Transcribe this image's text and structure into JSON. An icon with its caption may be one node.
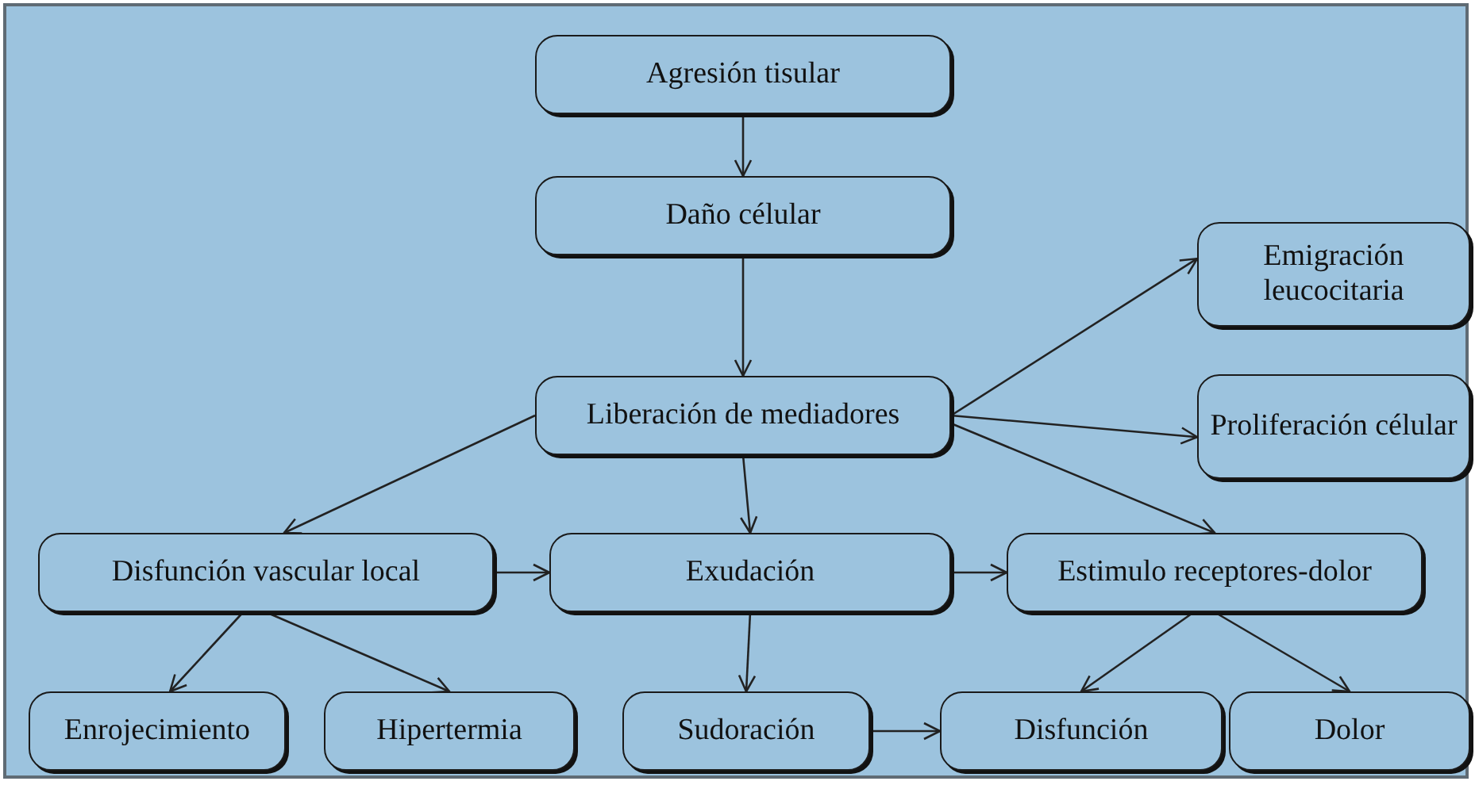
{
  "diagram": {
    "nodes": [
      {
        "text": [
          "Agresión tisular"
        ]
      },
      {
        "text": [
          "Daño célular"
        ]
      },
      {
        "text": [
          "Liberación de mediadores"
        ]
      },
      {
        "text": [
          "Emigración leucocitaria"
        ]
      },
      {
        "text": [
          "Proliferación célular"
        ]
      },
      {
        "text": [
          "Disfunción vascular local"
        ]
      },
      {
        "text": [
          "Exudación"
        ]
      },
      {
        "text": [
          "Estimulo receptores-dolor"
        ]
      },
      {
        "text": [
          "Enrojecimiento"
        ]
      },
      {
        "text": [
          "Hipertermia"
        ]
      },
      {
        "text": [
          "Sudoración"
        ]
      },
      {
        "text": [
          "Disfunción"
        ]
      },
      {
        "text": [
          "Dolor"
        ]
      }
    ],
    "edges": [
      {
        "from": 0,
        "to": 1,
        "arrow": "to"
      },
      {
        "from": 1,
        "to": 2,
        "arrow": "to"
      },
      {
        "from": 2,
        "to": 3,
        "arrow": "to"
      },
      {
        "from": 2,
        "to": 4,
        "arrow": "to"
      },
      {
        "from": 2,
        "to": 7,
        "arrow": "to"
      },
      {
        "from": 2,
        "to": 5,
        "arrow": "to"
      },
      {
        "from": 2,
        "to": 6,
        "arrow": "to"
      },
      {
        "from": 5,
        "to": 6,
        "arrow": "to"
      },
      {
        "from": 6,
        "to": 7,
        "arrow": "to"
      },
      {
        "from": 5,
        "to": 8,
        "arrow": "to"
      },
      {
        "from": 5,
        "to": 9,
        "arrow": "to"
      },
      {
        "from": 6,
        "to": 10,
        "arrow": "to"
      },
      {
        "from": 10,
        "to": 11,
        "arrow": "to"
      },
      {
        "from": 7,
        "to": 11,
        "arrow": "to"
      },
      {
        "from": 7,
        "to": 12,
        "arrow": "to"
      }
    ]
  }
}
